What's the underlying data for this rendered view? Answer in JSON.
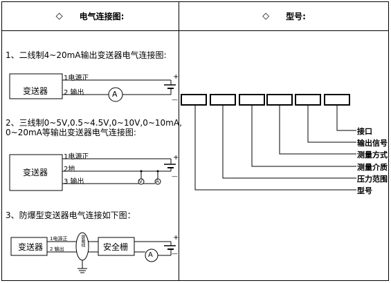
{
  "header": {
    "left_title": "电气连接图:",
    "right_title": "型号:",
    "bullet": "◇"
  },
  "sections": {
    "two_wire": {
      "title": "1、二线制4~20mA输出变送器电气连接图:",
      "device": "变送器",
      "terminal1": "1电源正",
      "terminal2": "2 输出",
      "meter": "A",
      "plus": "+",
      "minus": "—"
    },
    "three_wire": {
      "title_line1": "2、三线制0~5V,0.5~4.5V,0~10V,0~10mA,",
      "title_line2": "0~20mA等输出变送器电气连接图:",
      "device": "变送器",
      "terminal1": "1电源正",
      "terminal2": "2地",
      "terminal3": "3 输出",
      "meter_v": "V",
      "meter_a": "A",
      "plus": "+",
      "minus": "—"
    },
    "explosion_proof": {
      "title": "3、防爆型变送器电气连接如下图：",
      "device": "变送器",
      "terminal1": "1电源正",
      "terminal2": "2 输出",
      "barrier": "安全栅",
      "shield": "屏蔽线",
      "meter": "A",
      "plus": "+",
      "minus": "—"
    }
  },
  "model_code": {
    "labels": [
      "接口",
      "输出信号",
      "测量方式",
      "测量介质",
      "压力范围",
      "型号"
    ]
  }
}
